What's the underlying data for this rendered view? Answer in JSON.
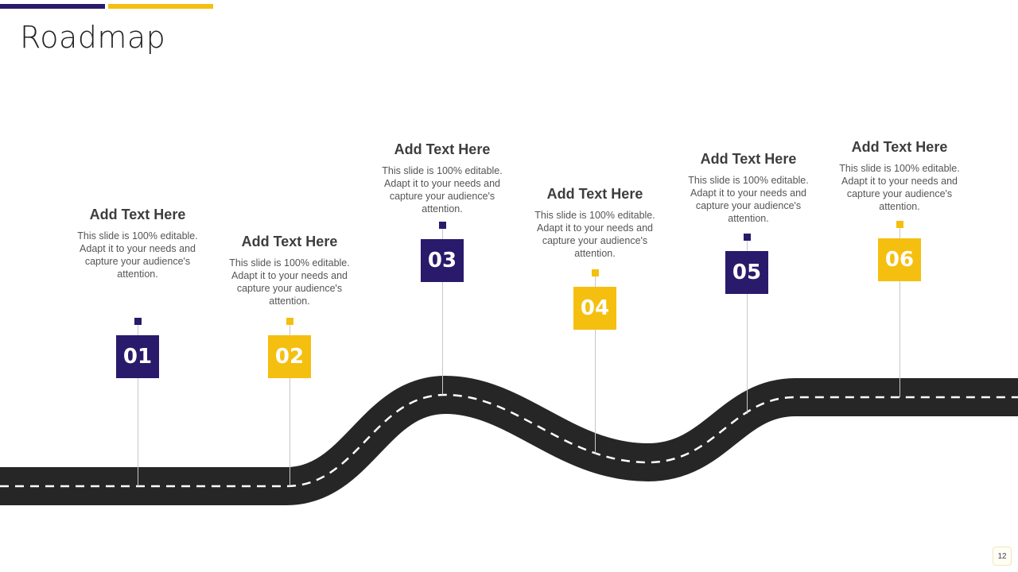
{
  "title": "Roadmap",
  "page_number": "12",
  "colors": {
    "purple": "#2a1a6b",
    "yellow": "#f5bf0f",
    "road": "#262626"
  },
  "milestones": [
    {
      "num": "01",
      "heading": "Add Text Here",
      "body": "This slide is 100% editable. Adapt it to your needs and capture your audience's attention.",
      "color": "purple"
    },
    {
      "num": "02",
      "heading": "Add Text Here",
      "body": "This slide is 100% editable. Adapt it to your needs and capture your audience's attention.",
      "color": "yellow"
    },
    {
      "num": "03",
      "heading": "Add Text Here",
      "body": "This slide is 100% editable. Adapt it to your needs and capture your audience's attention.",
      "color": "purple"
    },
    {
      "num": "04",
      "heading": "Add Text Here",
      "body": "This slide is 100% editable. Adapt it to your needs and capture your audience's attention.",
      "color": "yellow"
    },
    {
      "num": "05",
      "heading": "Add Text Here",
      "body": "This slide is 100% editable. Adapt it to your needs and capture your audience's attention.",
      "color": "purple"
    },
    {
      "num": "06",
      "heading": "Add Text Here",
      "body": "This slide is 100% editable. Adapt it to your needs and capture your audience's attention.",
      "color": "yellow"
    }
  ]
}
